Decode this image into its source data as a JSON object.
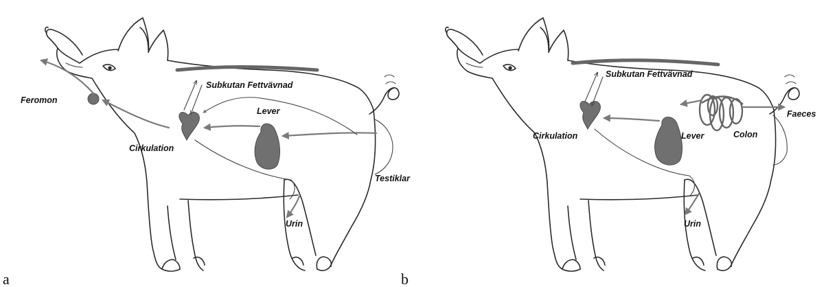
{
  "panels": [
    {
      "letter": "a",
      "labels": {
        "feromon": "Feromon",
        "subkutan": "Subkutan Fettvävnad",
        "lever": "Lever",
        "cirkulation": "Cirkulation",
        "testiklar": "Testiklar",
        "urin": "Urin"
      }
    },
    {
      "letter": "b",
      "labels": {
        "subkutan": "Subkutan Fettvävnad",
        "faeces": "Faeces",
        "cirkulation": "Cirkulation",
        "lever": "Lever",
        "colon": "Colon",
        "urin": "Urin"
      }
    }
  ],
  "colors": {
    "flow": "#7a7a7a",
    "organ": "#707070",
    "outline": "#2a2a2a"
  }
}
